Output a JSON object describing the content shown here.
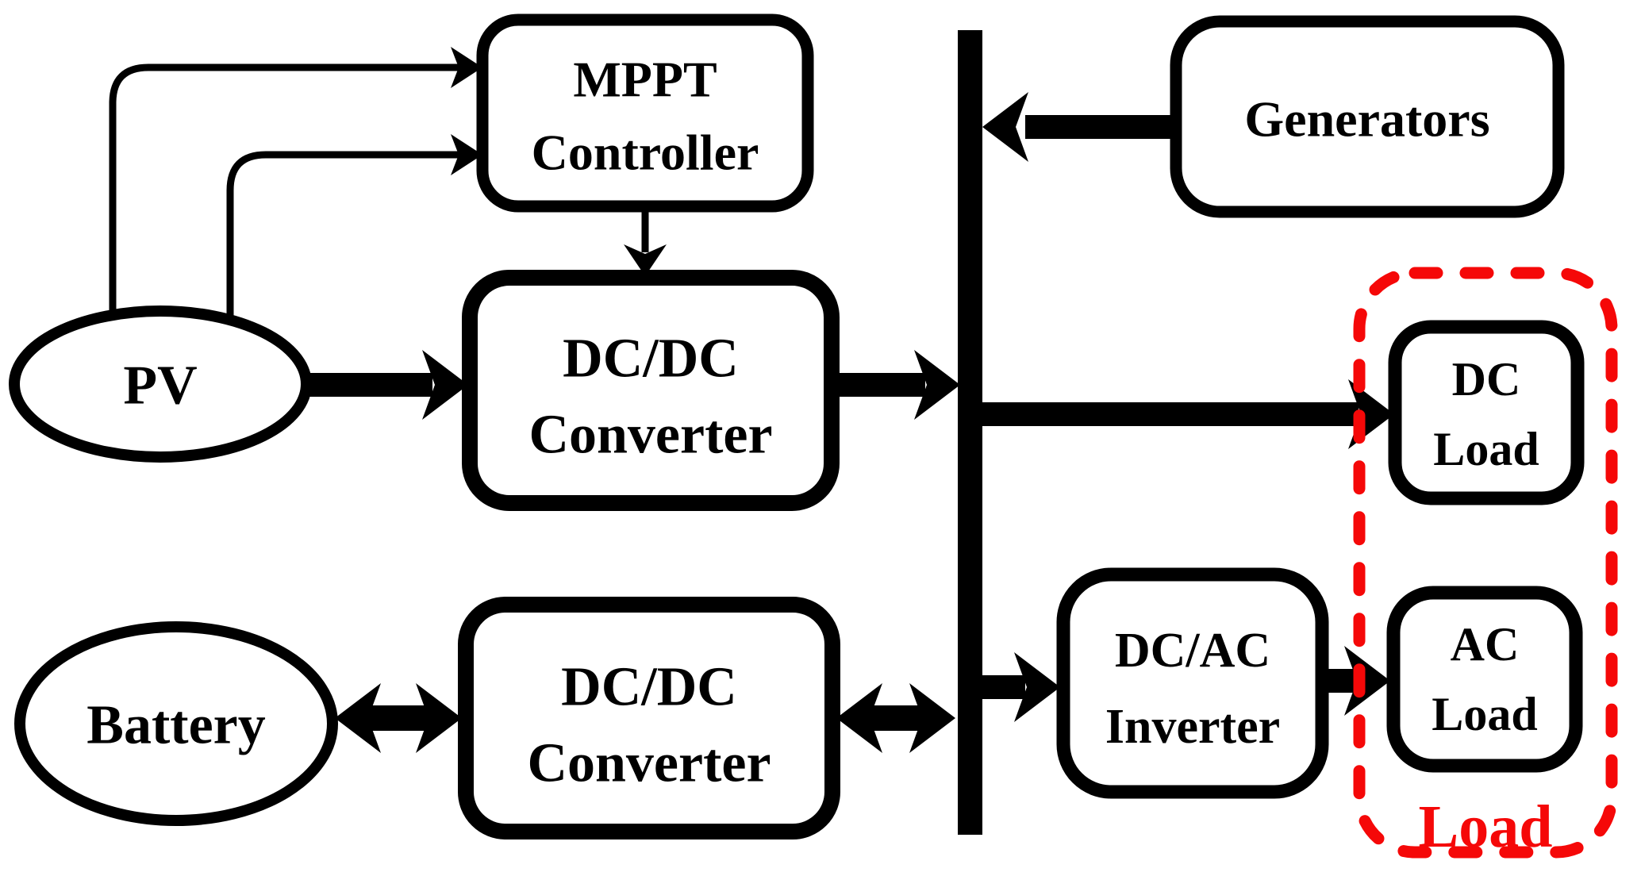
{
  "diagram": {
    "title_implied": "Hybrid PV-Battery-Generator power system block diagram",
    "colors": {
      "background": "#ffffff",
      "line": "#000000",
      "load_group_red": "#f50808"
    },
    "nodes": {
      "mppt": {
        "line1": "MPPT",
        "line2": "Controller"
      },
      "pv": {
        "label": "PV"
      },
      "dcdc_top": {
        "line1": "DC/DC",
        "line2": "Converter"
      },
      "generators": {
        "label": "Generators"
      },
      "dc_load": {
        "line1": "DC",
        "line2": "Load"
      },
      "battery": {
        "label": "Battery"
      },
      "dcdc_bottom": {
        "line1": "DC/DC",
        "line2": "Converter"
      },
      "inverter": {
        "line1": "DC/AC",
        "line2": "Inverter"
      },
      "ac_load": {
        "line1": "AC",
        "line2": "Load"
      },
      "load_group": {
        "label": "Load"
      }
    },
    "connections": [
      "PV -> MPPT Controller (sense line 1)",
      "PV -> MPPT Controller (sense line 2)",
      "MPPT Controller -> DC/DC Converter (control)",
      "PV -> DC/DC Converter (power)",
      "DC/DC Converter -> DC bus (power)",
      "Generators -> DC bus (power)",
      "DC bus -> DC Load (power)",
      "Battery <-> DC/DC Converter (bidirectional power)",
      "DC/DC Converter <-> DC bus (bidirectional power)",
      "DC bus -> DC/AC Inverter (power)",
      "DC/AC Inverter -> AC Load (power)"
    ]
  }
}
